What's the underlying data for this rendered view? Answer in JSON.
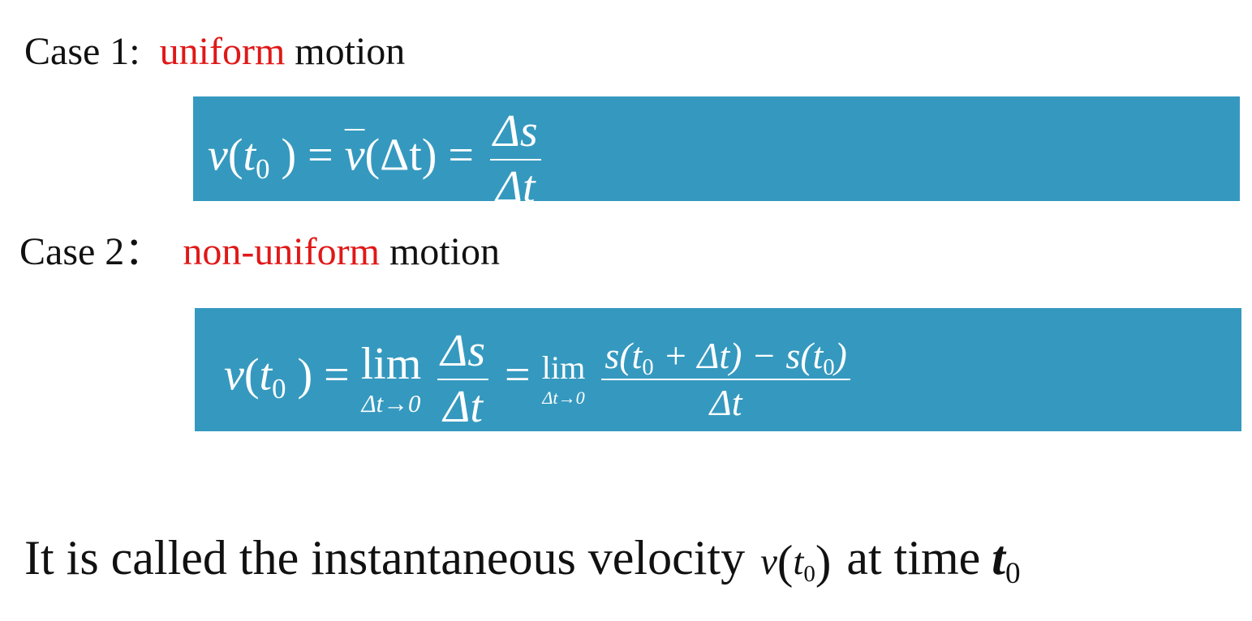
{
  "case1": {
    "label": "Case 1:  ",
    "accent_word": "uniform",
    "rest": " motion",
    "accent_color": "#e01818"
  },
  "case2": {
    "label": "Case 2：  ",
    "accent_word": "non-uniform",
    "rest": " motion",
    "accent_color": "#e01818"
  },
  "formula_box_color": "#3599bf",
  "formula1": {
    "lhs_fn": "v",
    "lhs_var": "t",
    "lhs_sub": "0",
    "eq": "=",
    "avg": "v",
    "avg_arg": "(Δt)",
    "frac_num": "Δs",
    "frac_den": "Δt"
  },
  "formula2": {
    "lhs_fn": "v",
    "lhs_var": "t",
    "lhs_sub": "0",
    "eq": "=",
    "lim_word": "lim",
    "lim_under": "Δt→0",
    "frac1_num": "Δs",
    "frac1_den": "Δt",
    "frac2_num_a": "s(t",
    "frac2_num_sub": "0",
    "frac2_num_b": " + Δt) − s(t",
    "frac2_num_sub2": "0",
    "frac2_num_c": ")",
    "frac2_den": "Δt"
  },
  "summary": {
    "text": "It is called the instantaneous velocity ",
    "v": "v",
    "t": "t",
    "sub": "0",
    "text2": " at time",
    "t0_var": "t",
    "t0_sub": "0"
  }
}
